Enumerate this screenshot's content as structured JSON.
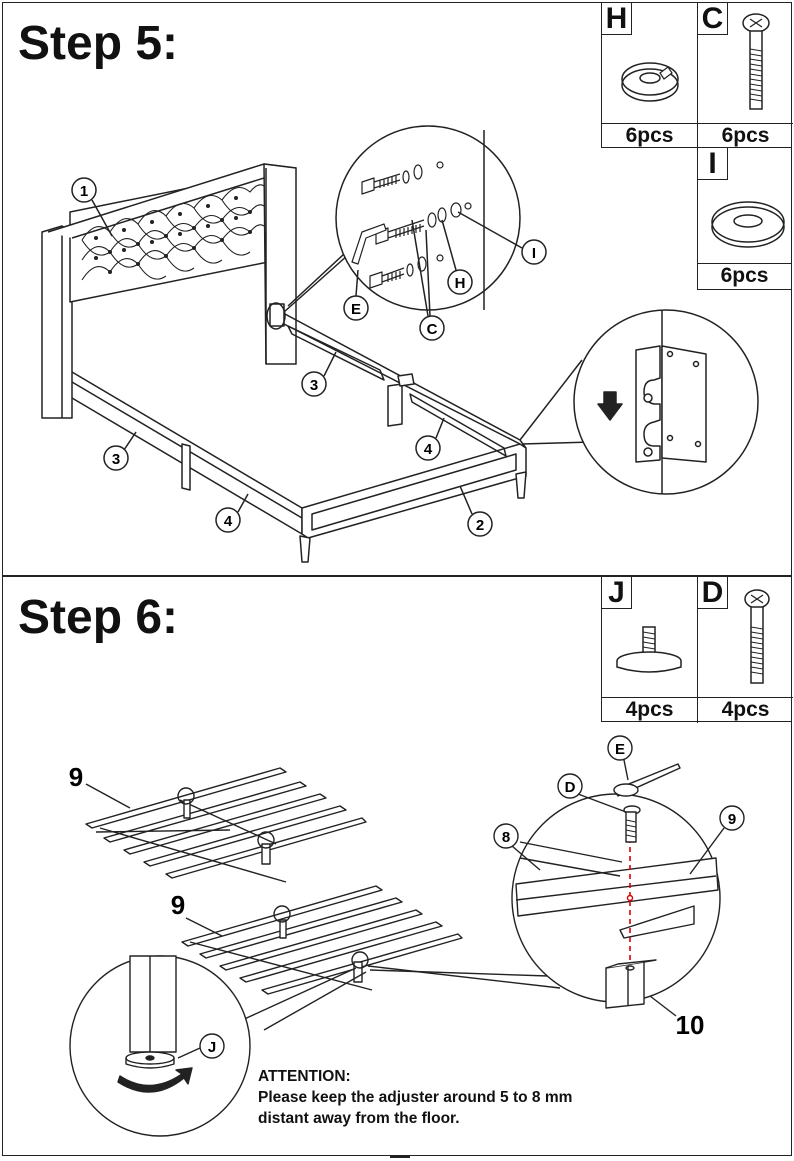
{
  "step5": {
    "title": "Step 5:",
    "parts": [
      {
        "letter": "H",
        "qty": "6pcs",
        "icon": "lock-washer-icon"
      },
      {
        "letter": "C",
        "qty": "6pcs",
        "icon": "long-bolt-icon"
      },
      {
        "letter": "I",
        "qty": "6pcs",
        "icon": "flat-washer-icon"
      }
    ],
    "callouts": {
      "c1": "1",
      "c2": "2",
      "c3a": "3",
      "c3b": "3",
      "c4a": "4",
      "c4b": "4",
      "cE": "E",
      "cC": "C",
      "cH": "H",
      "cI": "I"
    }
  },
  "step6": {
    "title": "Step 6:",
    "parts": [
      {
        "letter": "J",
        "qty": "4pcs",
        "icon": "adjustable-foot-icon"
      },
      {
        "letter": "D",
        "qty": "4pcs",
        "icon": "bolt-icon"
      }
    ],
    "callouts": {
      "c9a": "9",
      "c9b": "9",
      "c8": "8",
      "c9c": "9",
      "c10": "10",
      "cE": "E",
      "cD": "D",
      "cJ": "J"
    },
    "attention": {
      "heading": "ATTENTION:",
      "line1": "Please keep the adjuster around 5 to 8 mm",
      "line2": "distant away from the floor."
    }
  }
}
